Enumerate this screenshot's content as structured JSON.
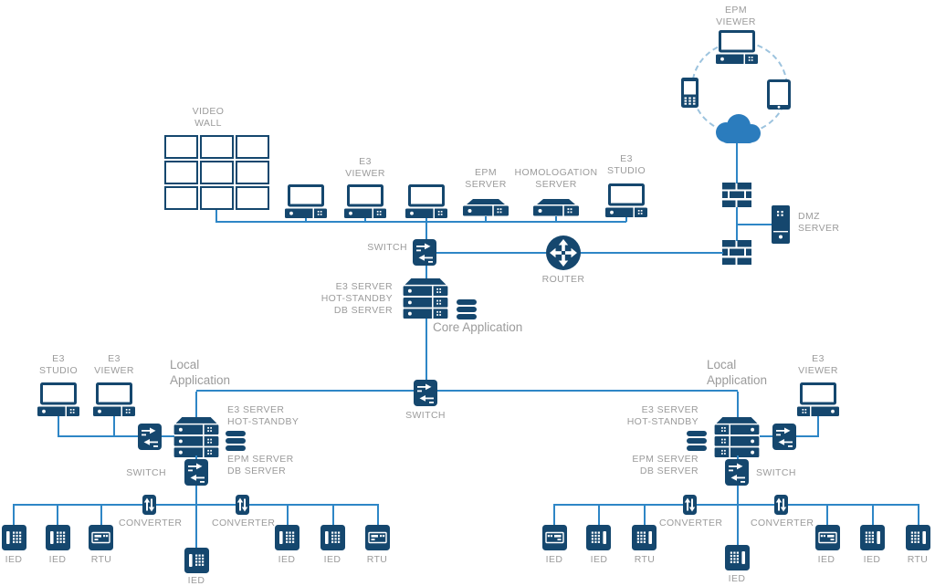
{
  "colors": {
    "device_navy": "#15476e",
    "line_blue": "#2e86c6",
    "label_gray": "#9b9b9b",
    "cloud_blue": "#2b7cbd",
    "ring_blue": "#9cc3de"
  },
  "cloud_zone": {
    "title": "EPM VIEWER",
    "dmz_server": "DMZ SERVER",
    "icons": [
      "workstation",
      "smartphone",
      "tablet",
      "internet-cloud",
      "firewall",
      "tower-server"
    ]
  },
  "control_room": {
    "video_wall": "VIDEO WALL",
    "e3_viewer": "E3 VIEWER",
    "epm_server": "EPM SERVER",
    "homologation_server": "HOMOLOGATION SERVER",
    "e3_studio": "E3 STUDIO",
    "switch": "SWITCH",
    "router": "ROUTER"
  },
  "core": {
    "e3_server": "E3 SERVER",
    "hot_standby": "HOT-STANDBY",
    "db_server": "DB SERVER",
    "caption": "Core Application",
    "switch": "SWITCH"
  },
  "left": {
    "caption": "Local Application",
    "e3_studio": "E3 STUDIO",
    "e3_viewer": "E3 VIEWER",
    "e3_server": "E3 SERVER",
    "hot_standby": "HOT-STANDBY",
    "epm_server": "EPM SERVER",
    "db_server": "DB SERVER",
    "switch": "SWITCH",
    "converter": "CONVERTER",
    "devices": [
      "IED",
      "IED",
      "RTU",
      "IED",
      "IED",
      "IED",
      "RTU"
    ]
  },
  "right": {
    "caption": "Local Application",
    "e3_viewer": "E3 VIEWER",
    "e3_server": "E3 SERVER",
    "hot_standby": "HOT-STANDBY",
    "epm_server": "EPM SERVER",
    "db_server": "DB SERVER",
    "switch": "SWITCH",
    "converter": "CONVERTER",
    "devices": [
      "IED",
      "IED",
      "RTU",
      "IED",
      "IED",
      "IED",
      "RTU"
    ]
  }
}
